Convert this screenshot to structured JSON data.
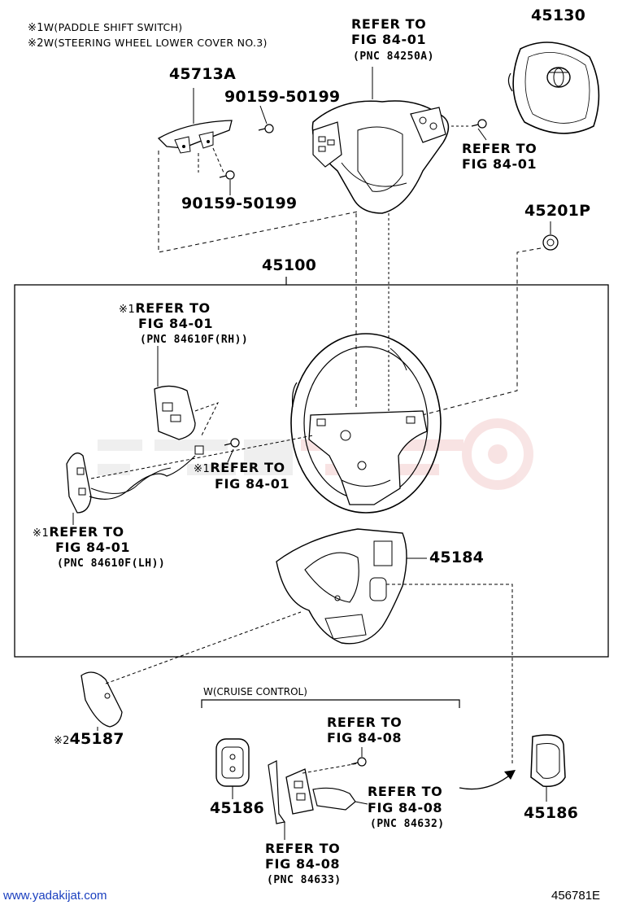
{
  "notes": {
    "note1_mark": "※1",
    "note1_text": "W(PADDLE SHIFT SWITCH)",
    "note2_mark": "※2",
    "note2_text": "W(STEERING WHEEL LOWER COVER NO.3)"
  },
  "parts": {
    "p45130": "45130",
    "p45713A": "45713A",
    "p90159_top": "90159-50199",
    "p90159_bottom": "90159-50199",
    "p45201P": "45201P",
    "p45100": "45100",
    "p45184": "45184",
    "p45187": "45187",
    "p45187_mark": "※2",
    "p45186_left": "45186",
    "p45186_right": "45186"
  },
  "refs": {
    "top_center": {
      "line1": "REFER TO",
      "line2": "FIG 84-01",
      "pnc": "(PNC 84250A)"
    },
    "top_right": {
      "line1": "REFER TO",
      "line2": "FIG 84-01"
    },
    "paddle_rh": {
      "mark": "※1",
      "line1": "REFER TO",
      "line2": "FIG 84-01",
      "pnc": "(PNC 84610F(RH))"
    },
    "screw": {
      "mark": "※1",
      "line1": "REFER TO",
      "line2": "FIG 84-01"
    },
    "paddle_lh": {
      "mark": "※1",
      "line1": "REFER TO",
      "line2": "FIG 84-01",
      "pnc": "(PNC 84610F(LH))"
    },
    "cruise_screw": {
      "line1": "REFER TO",
      "line2": "FIG 84-08"
    },
    "cruise_switch": {
      "line1": "REFER TO",
      "line2": "FIG 84-08",
      "pnc": "(PNC 84632)"
    },
    "cruise_wire": {
      "line1": "REFER TO",
      "line2": "FIG 84-08",
      "pnc": "(PNC 84633)"
    }
  },
  "cruise_label": "W(CRUISE CONTROL)",
  "footer": {
    "website": "www.yadakijat.com",
    "figure_id": "456781E"
  }
}
